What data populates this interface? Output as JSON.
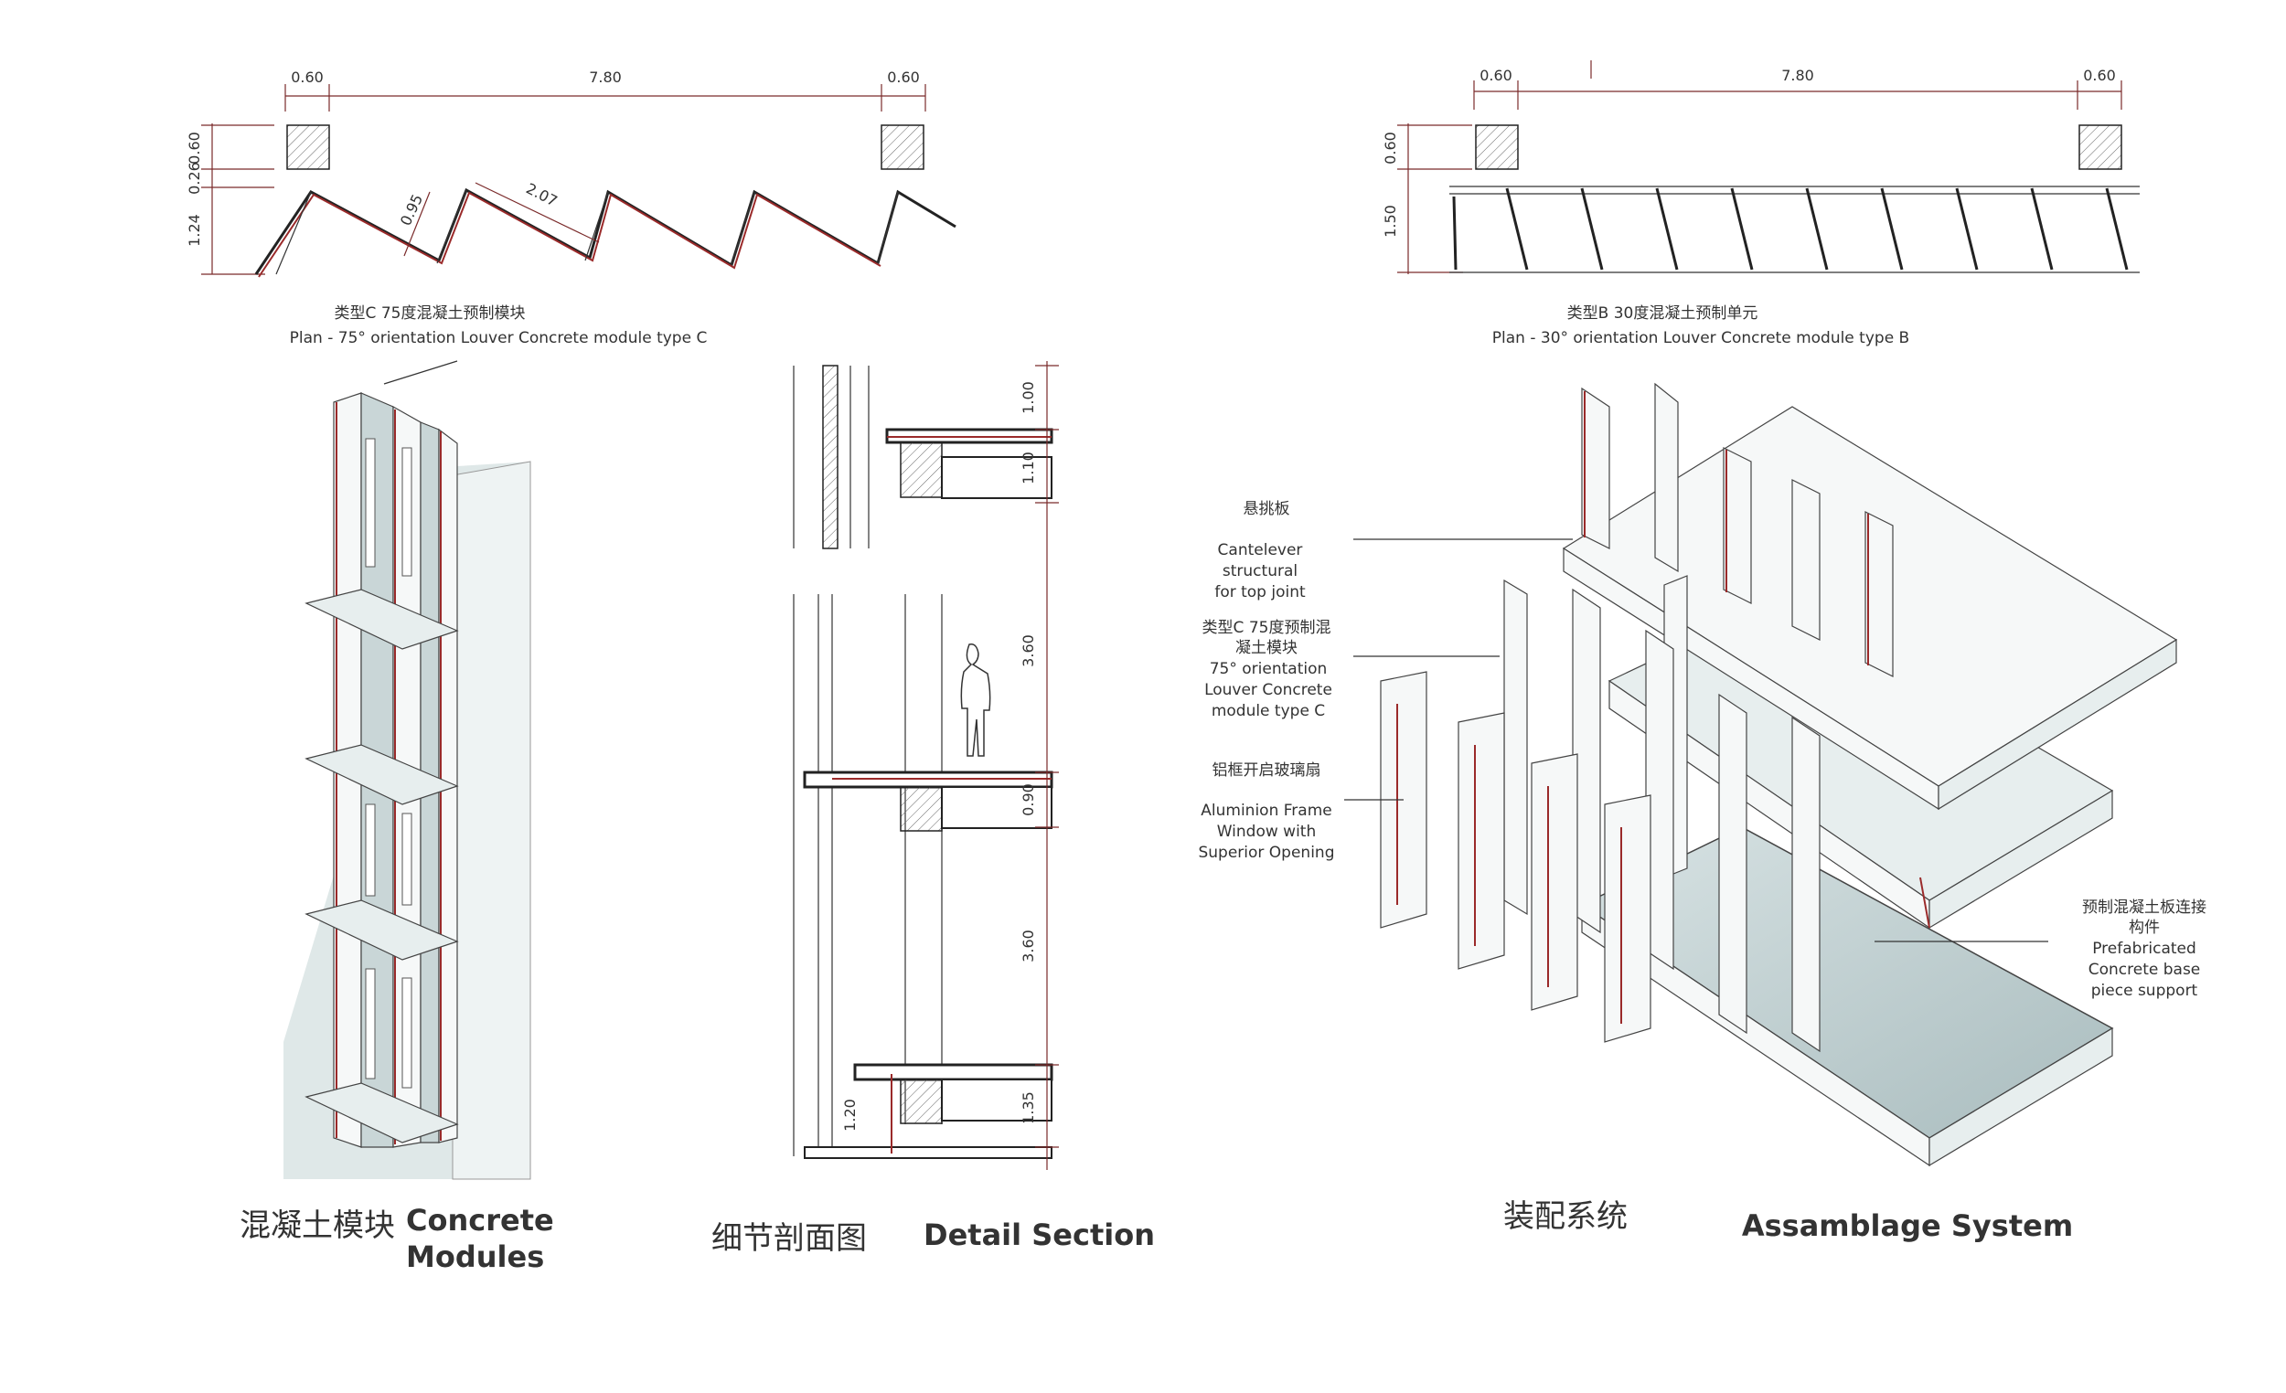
{
  "plan_c": {
    "dims": {
      "left": "0.60",
      "span": "7.80",
      "right": "0.60",
      "v1": "0.60",
      "v2": "0.26",
      "v3": "1.24",
      "diag1": "0.95",
      "diag2": "2.07"
    },
    "caption_cn": "类型C 75度混凝土预制模块",
    "caption_en": "Plan - 75° orientation Louver Concrete module type C"
  },
  "plan_b": {
    "dims": {
      "left": "0.60",
      "span": "7.80",
      "right": "0.60",
      "v1": "0.60",
      "v2": "1.50"
    },
    "caption_cn": "类型B 30度混凝土预制单元",
    "caption_en": "Plan - 30° orientation Louver Concrete module type B"
  },
  "section": {
    "dims": [
      "1.00",
      "1.10",
      "3.60",
      "0.90",
      "3.60",
      "1.20",
      "1.35"
    ]
  },
  "titles": {
    "modules_cn": "混凝土模块",
    "modules_en_1": "Concrete",
    "modules_en_2": "Modules",
    "section_cn": "细节剖面图",
    "section_en": "Detail Section",
    "assembly_cn": "装配系统",
    "assembly_en": "Assamblage System"
  },
  "labels": {
    "cantilever_cn": "悬挑板",
    "cantilever_en_1": "Cantelever",
    "cantilever_en_2": "structural",
    "cantilever_en_3": "for top joint",
    "module_c_cn_1": "类型C 75度预制混",
    "module_c_cn_2": "凝土模块",
    "module_c_en_1": "75° orientation",
    "module_c_en_2": "Louver Concrete",
    "module_c_en_3": "module type C",
    "window_cn": "铝框开启玻璃扇",
    "window_en_1": "Aluminion Frame",
    "window_en_2": "Window with",
    "window_en_3": "Superior Opening",
    "support_cn_1": "预制混凝土板连接",
    "support_cn_2": "构件",
    "support_en_1": "Prefabricated",
    "support_en_2": "Concrete base",
    "support_en_3": "piece support"
  }
}
